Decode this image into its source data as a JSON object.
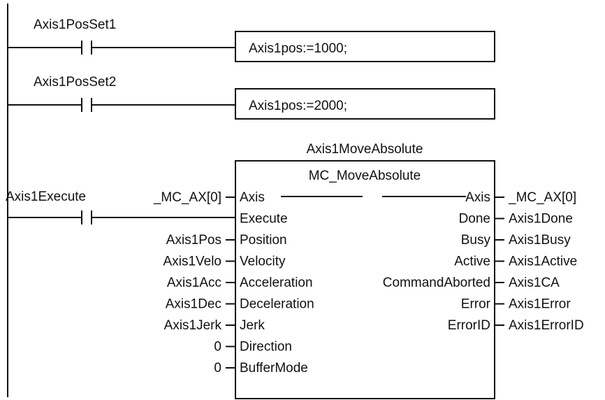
{
  "rung1": {
    "contact": "Axis1PosSet1",
    "statement": "Axis1pos:=1000;"
  },
  "rung2": {
    "contact": "Axis1PosSet2",
    "statement": "Axis1pos:=2000;"
  },
  "rung3": {
    "contact": "Axis1Execute",
    "instance_name": "Axis1MoveAbsolute",
    "block_type": "MC_MoveAbsolute",
    "inputs": [
      {
        "pin": "Axis",
        "arg": "_MC_AX[0]"
      },
      {
        "pin": "Execute",
        "arg": ""
      },
      {
        "pin": "Position",
        "arg": "Axis1Pos"
      },
      {
        "pin": "Velocity",
        "arg": "Axis1Velo"
      },
      {
        "pin": "Acceleration",
        "arg": "Axis1Acc"
      },
      {
        "pin": "Deceleration",
        "arg": "Axis1Dec"
      },
      {
        "pin": "Jerk",
        "arg": "Axis1Jerk"
      },
      {
        "pin": "Direction",
        "arg": "0"
      },
      {
        "pin": "BufferMode",
        "arg": "0"
      }
    ],
    "outputs": [
      {
        "pin": "Axis",
        "var": "_MC_AX[0]"
      },
      {
        "pin": "Done",
        "var": "Axis1Done"
      },
      {
        "pin": "Busy",
        "var": "Axis1Busy"
      },
      {
        "pin": "Active",
        "var": "Axis1Active"
      },
      {
        "pin": "CommandAborted",
        "var": "Axis1CA"
      },
      {
        "pin": "Error",
        "var": "Axis1Error"
      },
      {
        "pin": "ErrorID",
        "var": "Axis1ErrorID"
      }
    ]
  }
}
